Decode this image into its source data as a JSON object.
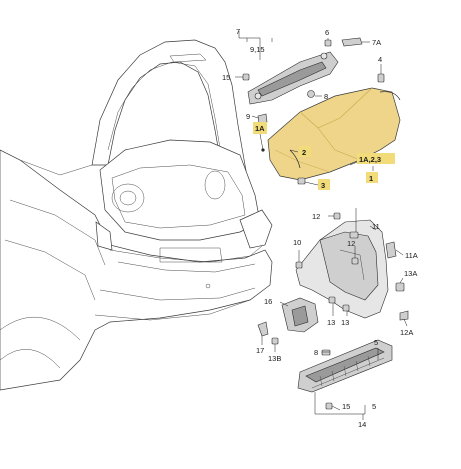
{
  "accent_color": "#f2dc7a",
  "parcel_shelf_color": "#eed58a",
  "labels": {
    "l7": "7",
    "l9_15": "9,15",
    "l6": "6",
    "l7A": "7A",
    "l15_top": "15",
    "l4": "4",
    "l8": "8",
    "l9": "9",
    "l1A_left": "1A",
    "l2": "2",
    "l1A23": "1A,2,3",
    "l1": "1",
    "l3": "3",
    "l12": "12",
    "l11": "11",
    "l10": "10",
    "l12_inner": "12",
    "l11A": "11A",
    "l13A": "13A",
    "l16": "16",
    "l13_mid": "13",
    "l13_right": "13",
    "l12A": "12A",
    "l17": "17",
    "l13B": "13B",
    "l8_bottom": "8",
    "l5_upper": "5",
    "l15_bottom": "15",
    "l5_bottom": "5",
    "l14": "14"
  }
}
